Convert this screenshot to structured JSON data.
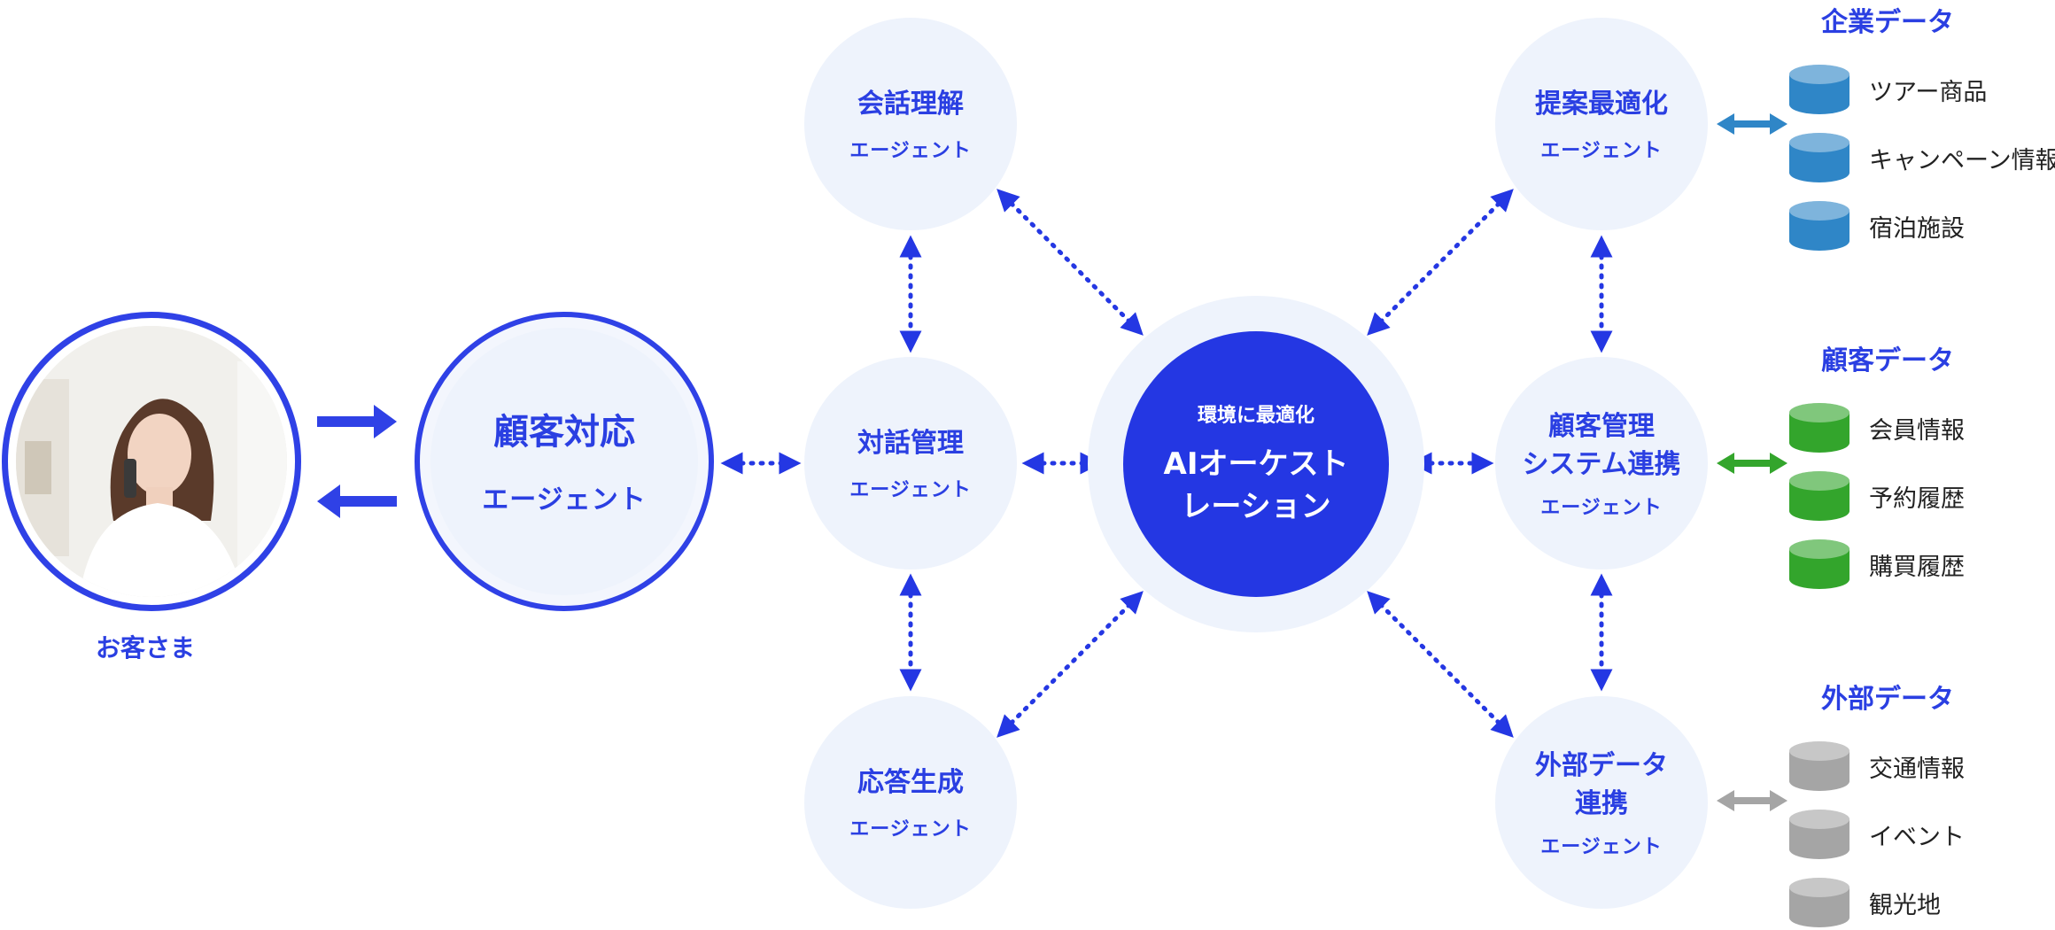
{
  "customer": {
    "label": "お客さま"
  },
  "customer_agent": {
    "title": "顧客対応",
    "subtitle": "エージェント"
  },
  "agents_left": [
    {
      "title": "会話理解",
      "subtitle": "エージェント"
    },
    {
      "title": "対話管理",
      "subtitle": "エージェント"
    },
    {
      "title": "応答生成",
      "subtitle": "エージェント"
    }
  ],
  "center": {
    "small": "環境に最適化",
    "line1": "AIオーケスト",
    "line2": "レーション"
  },
  "agents_right": [
    {
      "title": "提案最適化",
      "subtitle": "エージェント"
    },
    {
      "title1": "顧客管理",
      "title2": "システム連携",
      "subtitle": "エージェント"
    },
    {
      "title1": "外部データ",
      "title2": "連携",
      "subtitle": "エージェント"
    }
  ],
  "data_groups": [
    {
      "title": "企業データ",
      "color": "#2f86c7",
      "items": [
        "ツアー商品",
        "キャンペーン情報",
        "宿泊施設"
      ]
    },
    {
      "title": "顧客データ",
      "color": "#33a52c",
      "items": [
        "会員情報",
        "予約履歴",
        "購買履歴"
      ]
    },
    {
      "title": "外部データ",
      "color": "#a5a5a5",
      "items": [
        "交通情報",
        "イベント",
        "観光地"
      ]
    }
  ],
  "colors": {
    "primary": "#2437e3",
    "agent_bg": "#eef3fc",
    "halo_bg": "#eef3fc"
  }
}
